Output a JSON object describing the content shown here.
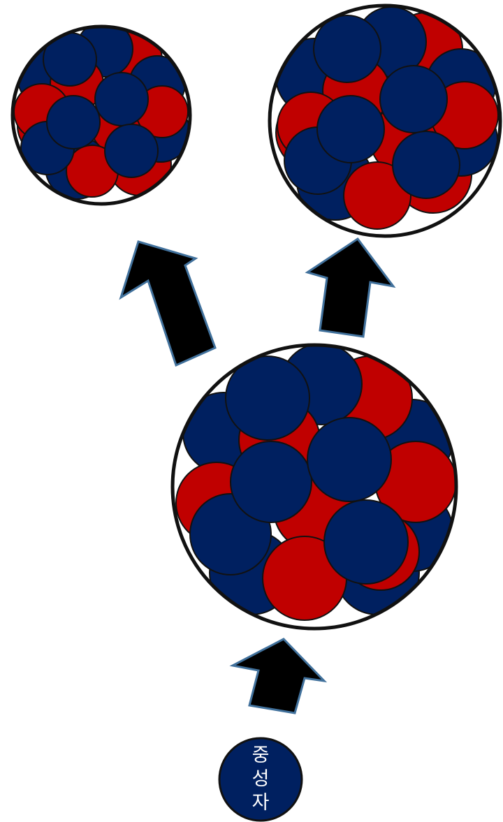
{
  "colors": {
    "neutron": "#002060",
    "proton": "#c00000",
    "outline": "#111111",
    "arrow_fill": "#000000",
    "arrow_stroke": "#41719c",
    "label_text": "#ffffff"
  },
  "neutron_particle": {
    "label_chars": [
      "중",
      "성",
      "자"
    ]
  },
  "nuclei": [
    {
      "id": "parent-nucleus",
      "role": "target nucleus"
    },
    {
      "id": "fragment-left",
      "role": "fission fragment"
    },
    {
      "id": "fragment-right",
      "role": "fission fragment"
    }
  ]
}
